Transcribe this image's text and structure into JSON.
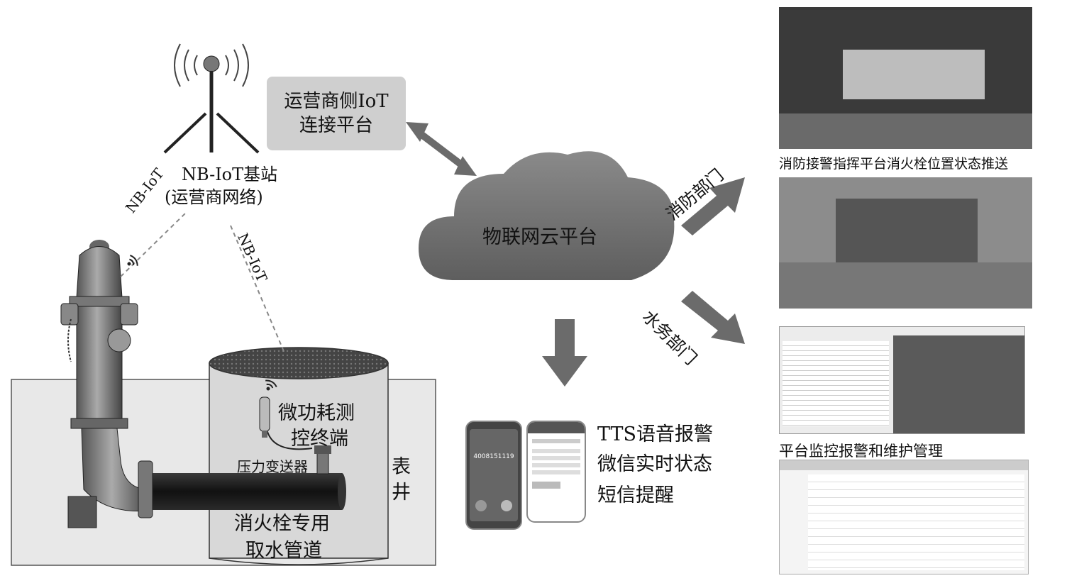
{
  "base_station": {
    "line1": "NB-IoT基站",
    "line2": "(运营商网络)"
  },
  "operator_platform": {
    "line1": "运营商侧IoT",
    "line2": "连接平台"
  },
  "cloud": {
    "label": "物联网云平台"
  },
  "links": {
    "left": "NB-IoT",
    "right": "NB-IoT"
  },
  "terminal": {
    "line1": "微功耗测",
    "line2": "控终端"
  },
  "sensor": {
    "label": "压力变送器"
  },
  "pipe": {
    "line1": "消火栓专用",
    "line2": "取水管道"
  },
  "meter_well": {
    "char1": "表",
    "char2": "井"
  },
  "fire_dept": {
    "label": "消防部门"
  },
  "water_dept": {
    "label": "水务部门"
  },
  "alerts": {
    "line1": "TTS语音报警",
    "line2": "微信实时状态",
    "line3": "短信提醒"
  },
  "captions": {
    "command_center": "消防接警指挥平台消火栓位置状态推送",
    "monitoring": "平台监控报警和维护管理"
  },
  "phone_screen": {
    "number": "4008151119"
  }
}
